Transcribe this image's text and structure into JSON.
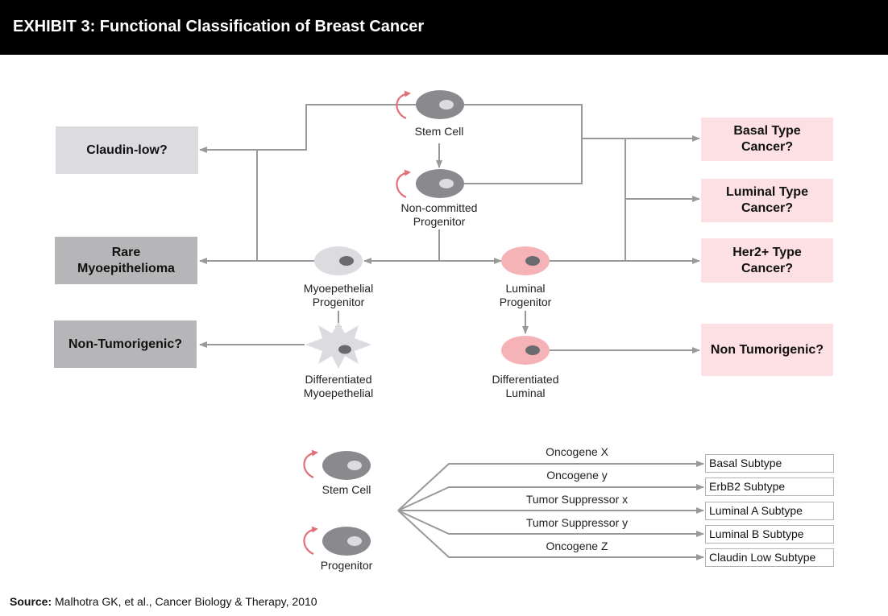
{
  "title": "EXHIBIT 3: Functional Classification of Breast Cancer",
  "colors": {
    "header": "#000000",
    "grey_cell": "#8a8a8e",
    "light_grey_cell": "#dcdce0",
    "pink_cell": "#f5b3b8",
    "pink_box": "#fde0e4",
    "light_box": "#dcdce0",
    "dark_box": "#b6b6b8",
    "arrow": "#999999",
    "self_renew": "#e0707a"
  },
  "outcomes_left": {
    "claudin": "Claudin-low?",
    "myoepithelioma": "Rare\nMyoepithelioma",
    "non_tumorigenic": "Non-Tumorigenic?"
  },
  "outcomes_right": {
    "basal": "Basal Type\nCancer?",
    "luminal": "Luminal Type\nCancer?",
    "her2": "Her2+ Type\nCancer?",
    "non_tumorigenic": "Non Tumorigenic?"
  },
  "cells": {
    "stem": "Stem Cell",
    "noncommitted": "Non-committed\nProgenitor",
    "myo_progenitor": "Myoepethelial\nProgenitor",
    "luminal_progenitor": "Luminal\nProgenitor",
    "diff_myo": "Differentiated\nMyoepethelial",
    "diff_luminal": "Differentiated\nLuminal"
  },
  "legend": {
    "stem": "Stem Cell",
    "progenitor": "Progenitor",
    "edges": [
      "Oncogene X",
      "Oncogene y",
      "Tumor Suppressor x",
      "Tumor Suppressor y",
      "Oncogene Z"
    ],
    "subtypes": [
      "Basal Subtype",
      "ErbB2 Subtype",
      "Luminal A Subtype",
      "Luminal B Subtype",
      "Claudin Low Subtype"
    ]
  },
  "source": {
    "label": "Source:",
    "text": " Malhotra GK, et al., Cancer Biology & Therapy, 2010"
  }
}
